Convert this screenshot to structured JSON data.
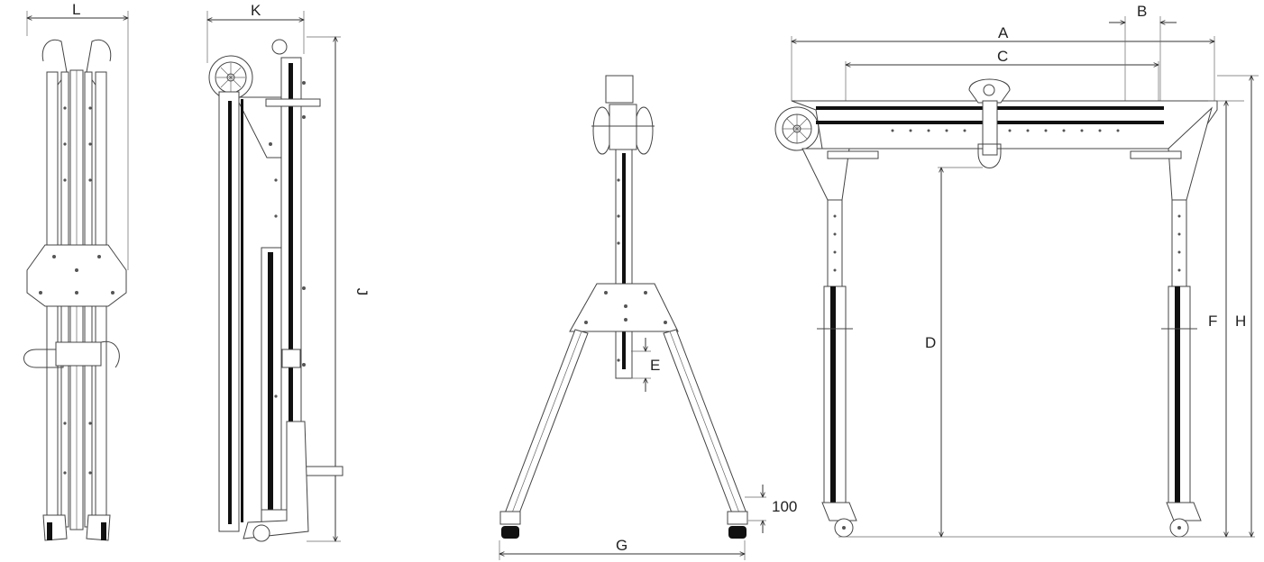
{
  "diagram": {
    "labels": {
      "L": "L",
      "K": "K",
      "J": "J",
      "A": "A",
      "B": "B",
      "C": "C",
      "D": "D",
      "E": "E",
      "F": "F",
      "G": "G",
      "H": "H",
      "height_100": "100"
    }
  }
}
